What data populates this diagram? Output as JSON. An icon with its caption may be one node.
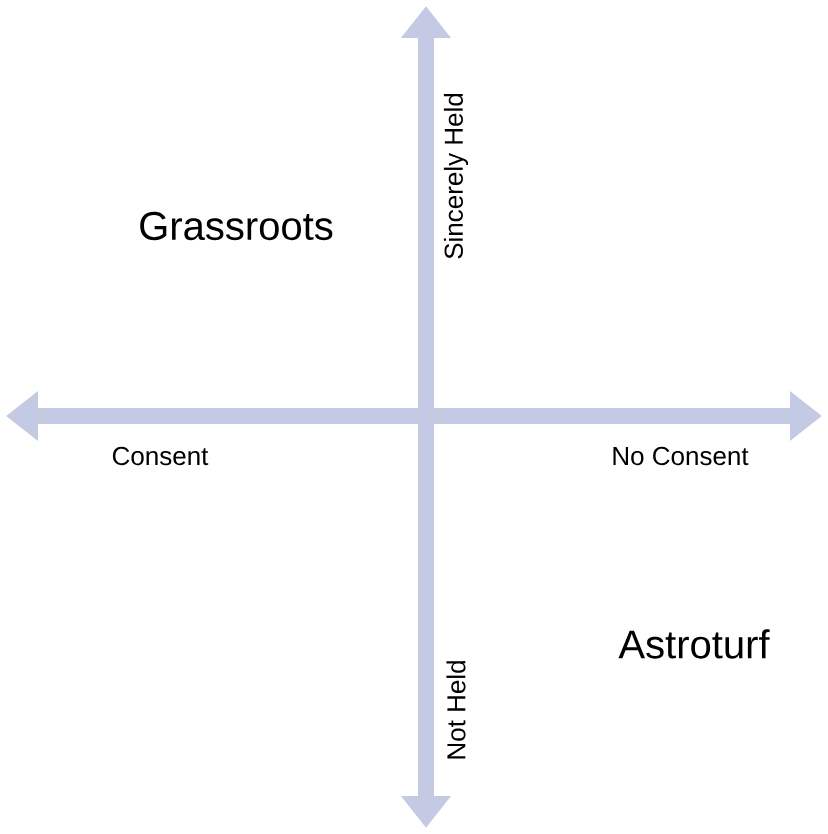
{
  "diagram": {
    "labels": [
      "Grassroots",
      "Sincerely Held",
      "Consent",
      "No Consent",
      "Not Held",
      "Astroturf"
    ]
  }
}
